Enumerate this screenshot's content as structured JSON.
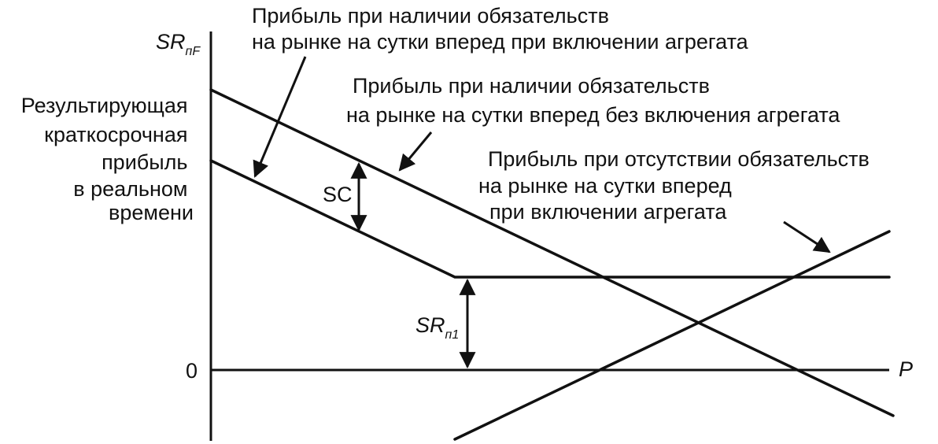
{
  "y_axis_label": {
    "main": "SR",
    "sub": "пF"
  },
  "x_axis_label": "P",
  "zero_label": "0",
  "y_axis_caption": [
    "Результирующая",
    "краткосрочная",
    "прибыль",
    "в реальном",
    "времени"
  ],
  "annotations": {
    "with_commitment_on": [
      "Прибыль при наличии обязательств",
      "на рынке на сутки вперед при включении агрегата"
    ],
    "with_commitment_off": [
      "Прибыль при наличии обязательств",
      "на рынке на сутки вперед без включения агрегата"
    ],
    "no_commitment_on": [
      "Прибыль при отсутствии обязательств",
      "на рынке на сутки вперед",
      "при включении агрегата"
    ]
  },
  "gap_labels": {
    "sc": "SC",
    "sr_main": "SR",
    "sr_sub": "п1"
  },
  "colors": {
    "ink": "#111111",
    "background": "#ffffff"
  }
}
